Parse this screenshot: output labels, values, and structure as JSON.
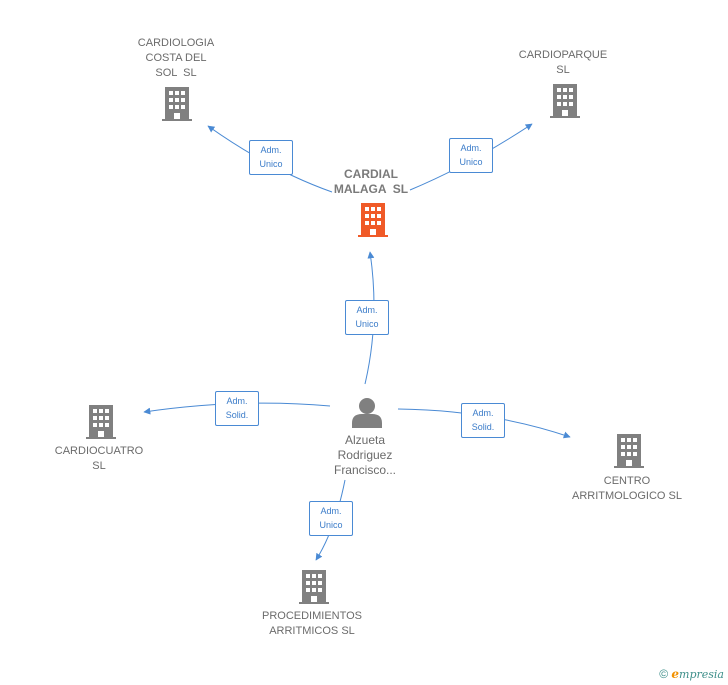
{
  "nodes": {
    "center": {
      "lines": [
        "CARDIAL",
        "MALAGA  SL"
      ],
      "color": "#f05a28"
    },
    "costa": {
      "lines": [
        "CARDIOLOGIA",
        "COSTA DEL",
        "SOL  SL"
      ],
      "color": "#808080"
    },
    "cardioparque": {
      "lines": [
        "CARDIOPARQUE",
        "SL"
      ],
      "color": "#808080"
    },
    "cardiocuatro": {
      "lines": [
        "CARDIOCUATRO",
        "SL"
      ],
      "color": "#808080"
    },
    "centro": {
      "lines": [
        "CENTRO",
        "ARRITMOLOGICO SL"
      ],
      "color": "#808080"
    },
    "procedimientos": {
      "lines": [
        "PROCEDIMIENTOS",
        "ARRITMICOS SL"
      ],
      "color": "#808080"
    },
    "person": {
      "lines": [
        "Alzueta",
        "Rodriguez",
        "Francisco..."
      ],
      "color": "#808080"
    }
  },
  "edges": {
    "to_costa": {
      "lines": [
        "Adm.",
        "Unico"
      ]
    },
    "to_cardioparque": {
      "lines": [
        "Adm.",
        "Unico"
      ]
    },
    "to_center": {
      "lines": [
        "Adm.",
        "Unico"
      ]
    },
    "to_cardiocuatro": {
      "lines": [
        "Adm.",
        "Solid."
      ]
    },
    "to_centro": {
      "lines": [
        "Adm.",
        "Solid."
      ]
    },
    "to_procedimientos": {
      "lines": [
        "Adm.",
        "Unico"
      ]
    }
  },
  "colors": {
    "edge": "#4a8ad4",
    "accent": "#f05a28",
    "building": "#808080"
  },
  "footer": {
    "copyright": "©",
    "brand_e": "e",
    "brand_rest": "mpresia"
  }
}
